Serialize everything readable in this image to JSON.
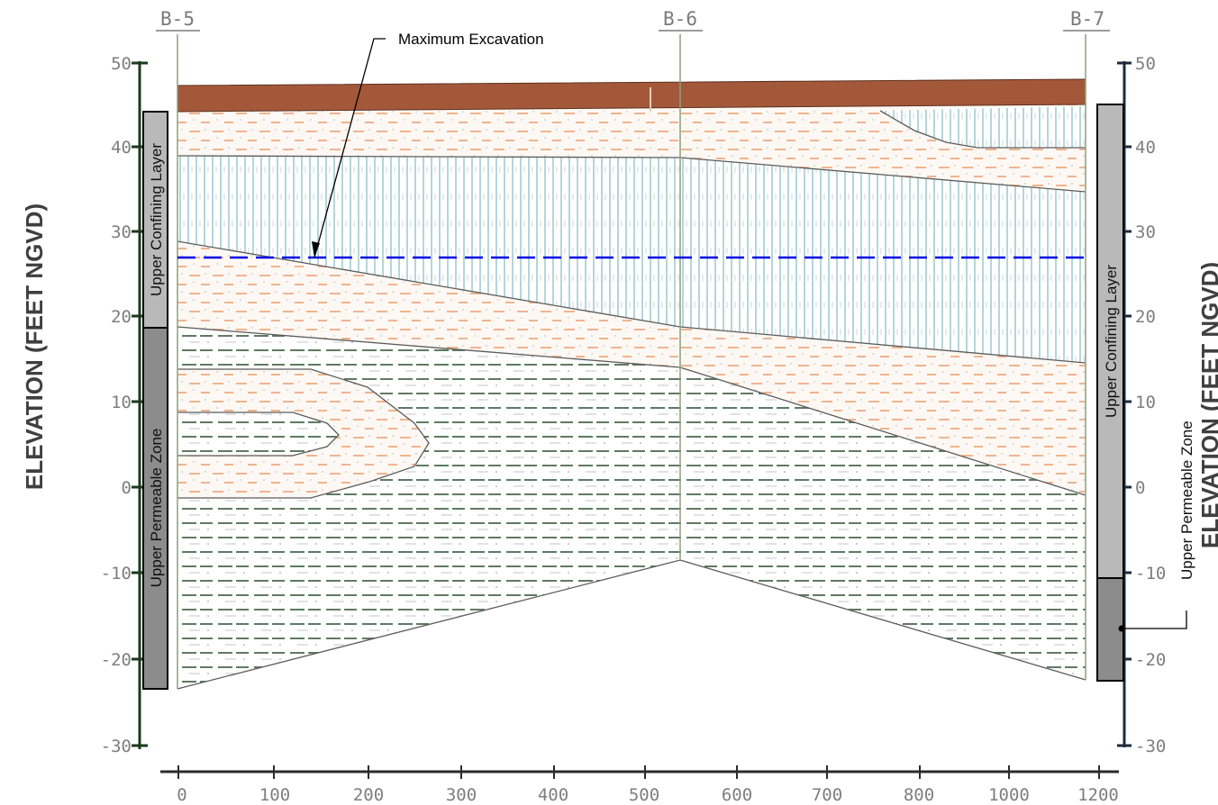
{
  "annotation": {
    "max_excavation": "Maximum Excavation"
  },
  "borings": [
    "B-5",
    "B-6",
    "B-7"
  ],
  "y_axis": {
    "label": "ELEVATION (FEET NGVD)",
    "ticks": [
      "50",
      "40",
      "30",
      "20",
      "10",
      "0",
      "-10",
      "-20",
      "-30"
    ]
  },
  "x_axis": {
    "ticks": [
      "0",
      "100",
      "200",
      "300",
      "400",
      "500",
      "600",
      "700",
      "800",
      "1000",
      "1200"
    ]
  },
  "left_column": {
    "upper": "Upper Confining Layer",
    "lower": "Upper Permeable Zone"
  },
  "right_column": {
    "upper": "Upper Confining Layer",
    "lower": "Upper Permeable Zone"
  },
  "colors": {
    "topsoil": "#a4583a",
    "sand_dash": "#f0b48e",
    "clay_hatch": "#9ecdd2",
    "silt_dash": "#5f7a62",
    "excavation_line": "#0000e6",
    "confining_box": "#b9b9b9",
    "permeable_box": "#8c8c8c"
  }
}
